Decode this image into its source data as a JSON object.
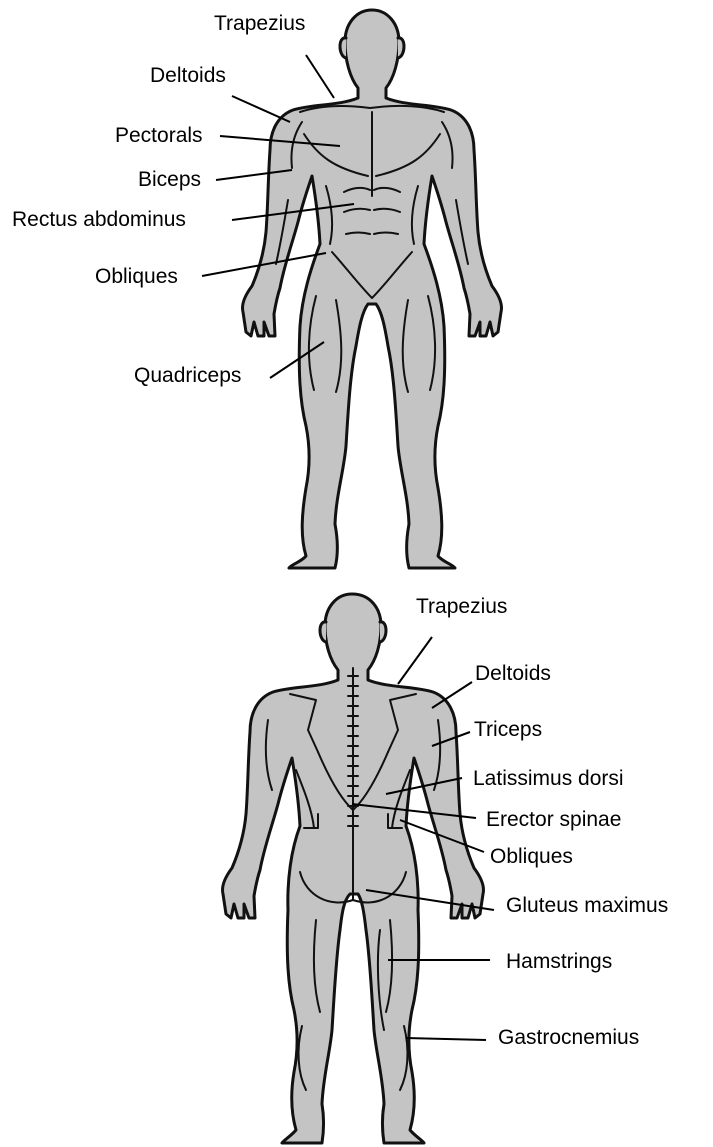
{
  "front": {
    "labels": [
      {
        "id": "trapezius",
        "text": "Trapezius"
      },
      {
        "id": "deltoids",
        "text": "Deltoids"
      },
      {
        "id": "pectorals",
        "text": "Pectorals"
      },
      {
        "id": "biceps",
        "text": "Biceps"
      },
      {
        "id": "rectus-abdominus",
        "text": "Rectus abdominus"
      },
      {
        "id": "obliques",
        "text": "Obliques"
      },
      {
        "id": "quadriceps",
        "text": "Quadriceps"
      }
    ]
  },
  "back": {
    "labels": [
      {
        "id": "trapezius",
        "text": "Trapezius"
      },
      {
        "id": "deltoids",
        "text": "Deltoids"
      },
      {
        "id": "triceps",
        "text": "Triceps"
      },
      {
        "id": "latissimus-dorsi",
        "text": "Latissimus dorsi"
      },
      {
        "id": "erector-spinae",
        "text": "Erector spinae"
      },
      {
        "id": "obliques",
        "text": "Obliques"
      },
      {
        "id": "gluteus-maximus",
        "text": "Gluteus maximus"
      },
      {
        "id": "hamstrings",
        "text": "Hamstrings"
      },
      {
        "id": "gastrocnemius",
        "text": "Gastrocnemius"
      }
    ]
  },
  "colors": {
    "body_fill": "#c4c4c4",
    "outline": "#111111",
    "text": "#000000"
  }
}
